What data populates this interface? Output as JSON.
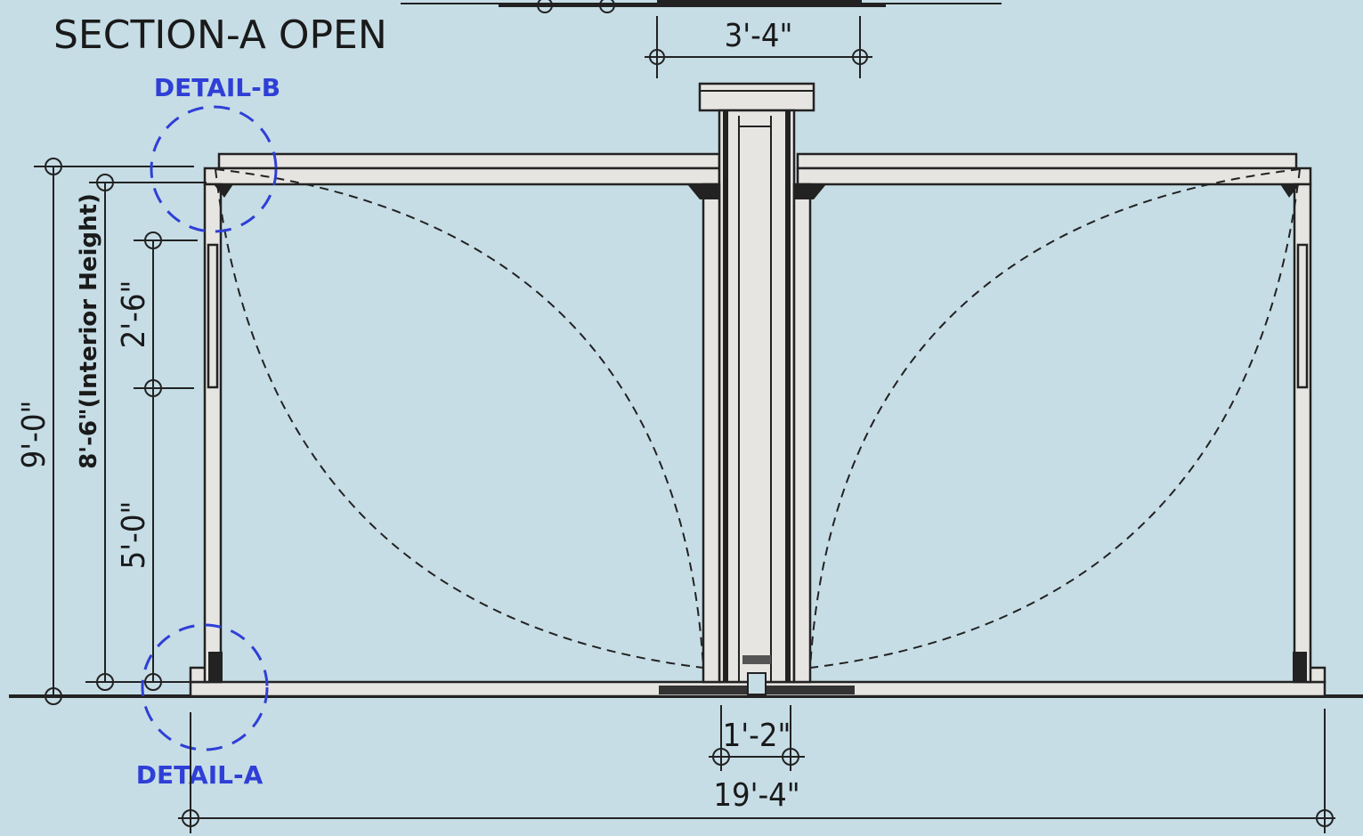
{
  "drawing": {
    "title": "SECTION-A OPEN",
    "details": {
      "b": "DETAIL-B",
      "a": "DETAIL-A"
    },
    "dimensions": {
      "top_width": "3'-4\"",
      "total_height": "9'-0\"",
      "interior_height": "8'-6\"(Interior Height)",
      "upper_segment": "2'-6\"",
      "lower_segment": "5'-0\"",
      "center_gap": "1'-2\"",
      "overall_width": "19'-4\""
    },
    "colors": {
      "background": "#c6dde6",
      "detail_callout": "#2f3fd6",
      "line": "#222222",
      "member_fill": "#e7e5e2"
    }
  }
}
